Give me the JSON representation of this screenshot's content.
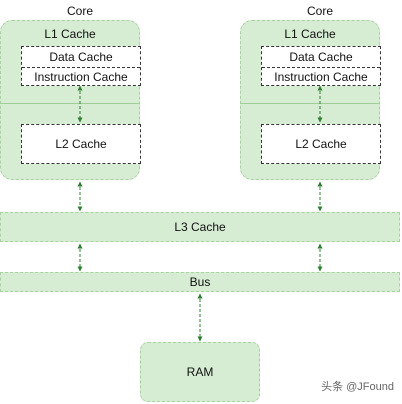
{
  "cores": [
    {
      "title": "Core",
      "l1_title": "L1 Cache",
      "data_cache": "Data Cache",
      "instruction_cache": "Instruction Cache",
      "l2": "L2 Cache"
    },
    {
      "title": "Core",
      "l1_title": "L1 Cache",
      "data_cache": "Data Cache",
      "instruction_cache": "Instruction Cache",
      "l2": "L2 Cache"
    }
  ],
  "l3": "L3 Cache",
  "bus": "Bus",
  "ram": "RAM",
  "watermark": "头条 @JFound",
  "colors": {
    "block_fill": "#d6ecd3",
    "block_border": "#a9d2a3",
    "connector": "#2e7d32"
  }
}
